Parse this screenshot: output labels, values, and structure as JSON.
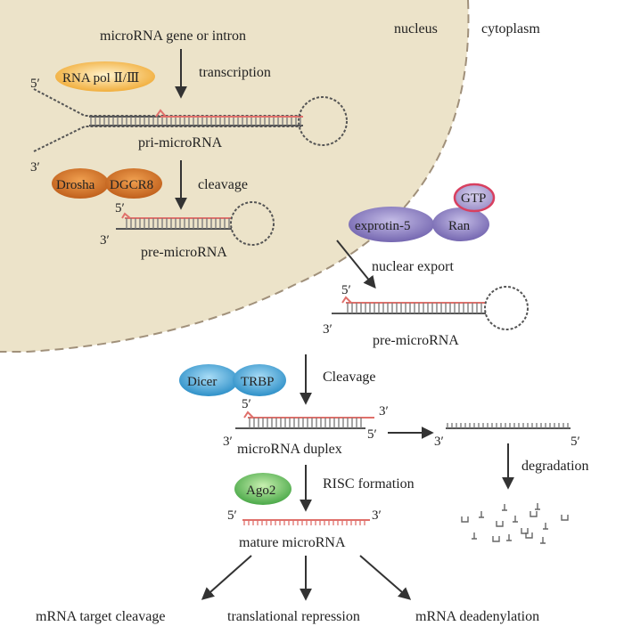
{
  "regions": {
    "nucleus": "nucleus",
    "cytoplasm": "cytoplasm"
  },
  "steps": {
    "gene": "microRNA gene or intron",
    "transcription": "transcription",
    "pri": "pri-microRNA",
    "cleavage1": "cleavage",
    "pre1": "pre-microRNA",
    "export": "nuclear export",
    "pre2": "pre-microRNA",
    "cleavage2": "Cleavage",
    "duplex": "microRNA duplex",
    "degradation": "degradation",
    "risc": "RISC formation",
    "mature": "mature microRNA"
  },
  "proteins": {
    "rnapol": "RNA pol Ⅱ/Ⅲ",
    "drosha": "Drosha",
    "dgcr8": "DGCR8",
    "gtp": "GTP",
    "exportin": "exprotin-5",
    "ran": "Ran",
    "dicer": "Dicer",
    "trbp": "TRBP",
    "ago2": "Ago2"
  },
  "primes": {
    "five": "5′",
    "three": "3′"
  },
  "outcomes": {
    "cleavage": "mRNA target cleavage",
    "repression": "translational repression",
    "deadenylation": "mRNA deadenylation"
  },
  "colors": {
    "nucleus_fill": "#ece3c9",
    "strand_dark": "#555555",
    "strand_red": "#e0706b",
    "rnapol": "#f5b84a",
    "drosha": "#d9782a",
    "exportin": "#8b7fc0",
    "gtp_border": "#d84060",
    "dicer": "#4aa6d8",
    "ago2": "#6cc46a"
  }
}
